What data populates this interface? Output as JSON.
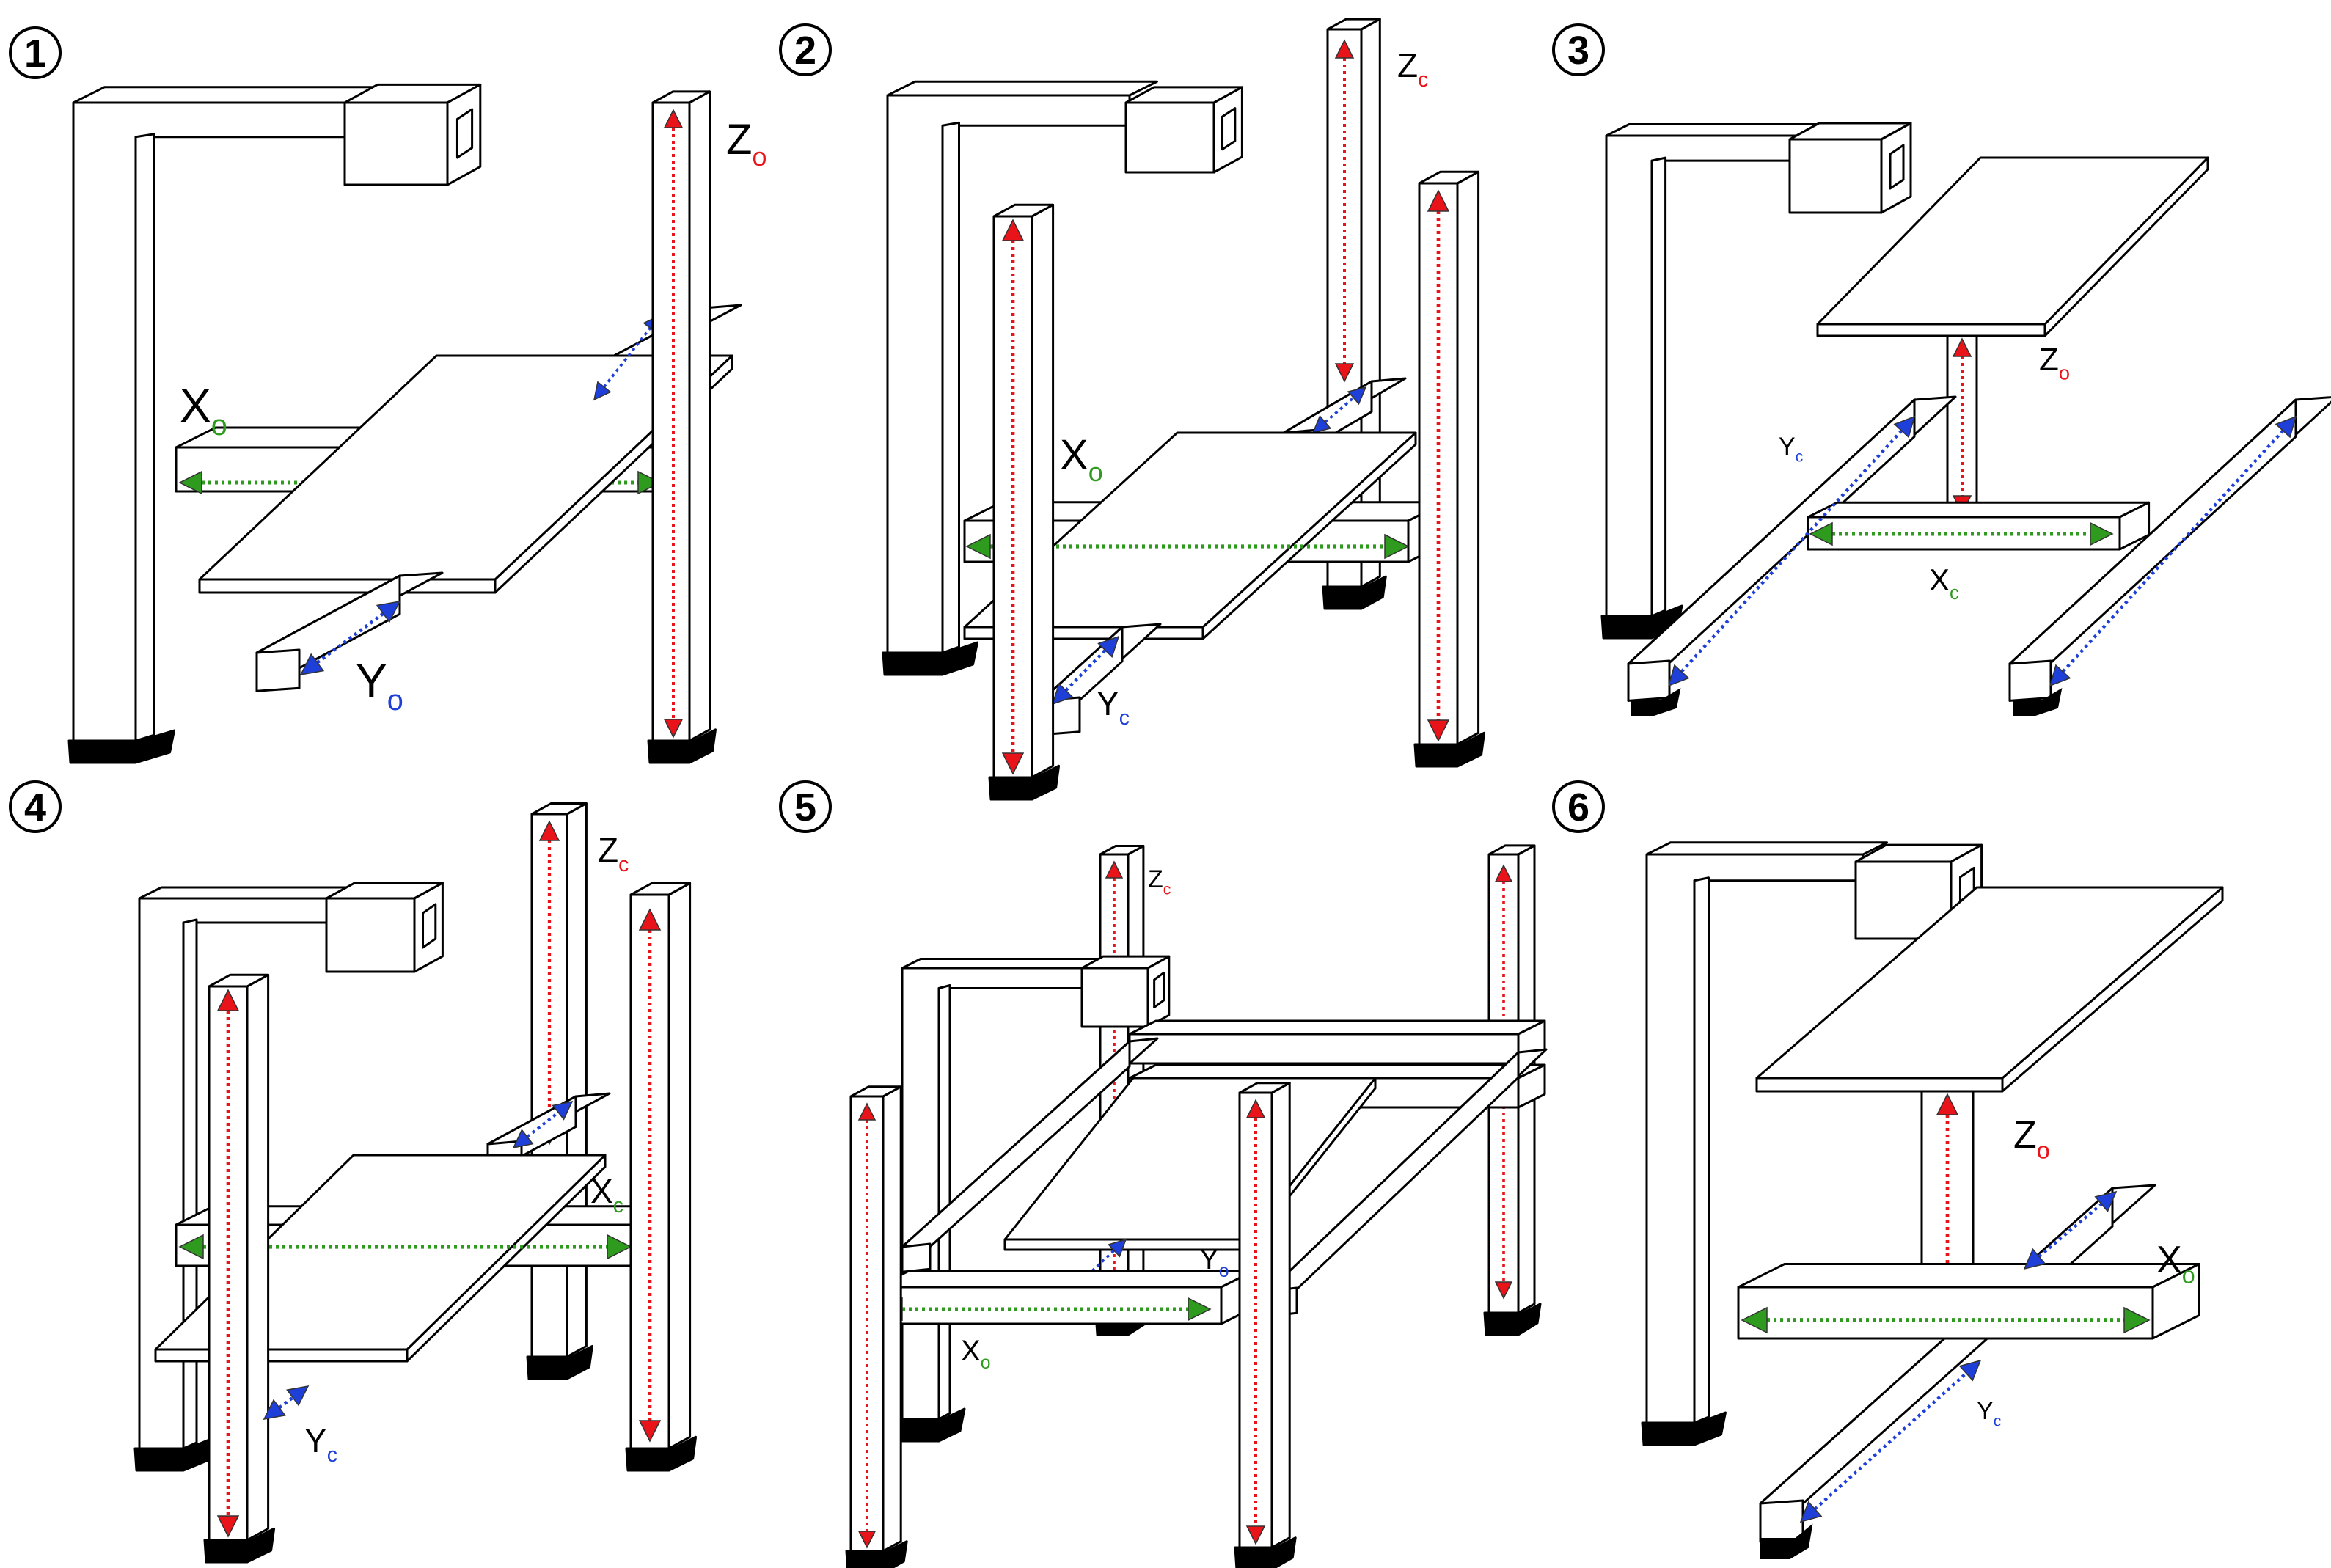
{
  "panels": [
    {
      "number": "1",
      "labels": [
        {
          "letter": "Z",
          "sub": "o",
          "color": "red"
        },
        {
          "letter": "X",
          "sub": "o",
          "color": "green"
        },
        {
          "letter": "Y",
          "sub": "o",
          "color": "blue"
        }
      ]
    },
    {
      "number": "2",
      "labels": [
        {
          "letter": "Z",
          "sub": "c",
          "color": "red"
        },
        {
          "letter": "X",
          "sub": "o",
          "color": "green"
        },
        {
          "letter": "Y",
          "sub": "c",
          "color": "blue"
        }
      ]
    },
    {
      "number": "3",
      "labels": [
        {
          "letter": "Z",
          "sub": "o",
          "color": "red"
        },
        {
          "letter": "Y",
          "sub": "c",
          "color": "blue"
        },
        {
          "letter": "X",
          "sub": "c",
          "color": "green"
        }
      ]
    },
    {
      "number": "4",
      "labels": [
        {
          "letter": "Z",
          "sub": "c",
          "color": "red"
        },
        {
          "letter": "X",
          "sub": "c",
          "color": "green"
        },
        {
          "letter": "Y",
          "sub": "c",
          "color": "blue"
        }
      ]
    },
    {
      "number": "5",
      "labels": [
        {
          "letter": "Z",
          "sub": "c",
          "color": "red"
        },
        {
          "letter": "Y",
          "sub": "o",
          "color": "blue"
        },
        {
          "letter": "X",
          "sub": "o",
          "color": "green"
        }
      ]
    },
    {
      "number": "6",
      "labels": [
        {
          "letter": "Z",
          "sub": "o",
          "color": "red"
        },
        {
          "letter": "X",
          "sub": "o",
          "color": "green"
        },
        {
          "letter": "Y",
          "sub": "c",
          "color": "blue"
        }
      ]
    }
  ],
  "colors": {
    "red": "#e8141a",
    "green": "#2e9a1e",
    "blue": "#1e3fd8",
    "line": "#000000",
    "foot": "#000000",
    "face": "#ffffff"
  }
}
